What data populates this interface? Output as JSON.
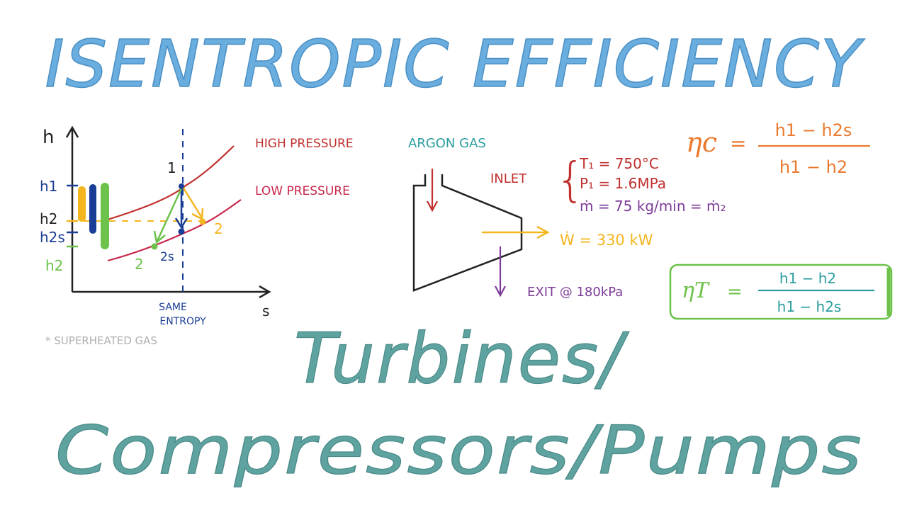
{
  "title": "ISENTROPIC EFFICIENCY",
  "subtitle_line1": "Turbines/",
  "subtitle_line2": "Compressors/Pumps",
  "hs_diagram": {
    "y_axis": "h",
    "x_axis": "s",
    "state1": "1",
    "state2_actual": "2",
    "state2s": "2s",
    "state2_comp": "2",
    "h1": "h1",
    "h2": "h2",
    "h2s": "h2s",
    "h2_lower": "h2",
    "high_pressure": "HIGH PRESSURE",
    "low_pressure": "LOW PRESSURE",
    "same_entropy_1": "SAME",
    "same_entropy_2": "ENTROPY",
    "note": "* SUPERHEATED GAS"
  },
  "turbine": {
    "gas": "ARGON GAS",
    "inlet": "INLET",
    "t1": "T₁ = 750°C",
    "p1": "P₁ = 1.6MPa",
    "mdot": "ṁ = 75 kg/min = ṁ₂",
    "work": "Ẇ = 330 kW",
    "exit": "EXIT @ 180kPa"
  },
  "formulas": {
    "comp_lhs": "ηc",
    "comp_eq": "=",
    "comp_num": "h1 − h2s",
    "comp_den": "h1 − h2",
    "turb_lhs": "ηT",
    "turb_eq": "=",
    "turb_num": "h1 − h2",
    "turb_den": "h1 − h2s"
  },
  "colors": {
    "title": "#6aaee0",
    "subtitle": "#5fa3a0",
    "red": "#c0312f",
    "crimson": "#c8264b",
    "navy": "#1a3e96",
    "yellow": "#f3b61f",
    "green": "#6cc24a",
    "teal": "#2b9c9e",
    "purple": "#7d3c98",
    "orange": "#ea7a2e",
    "grey": "#b0b0b0"
  }
}
